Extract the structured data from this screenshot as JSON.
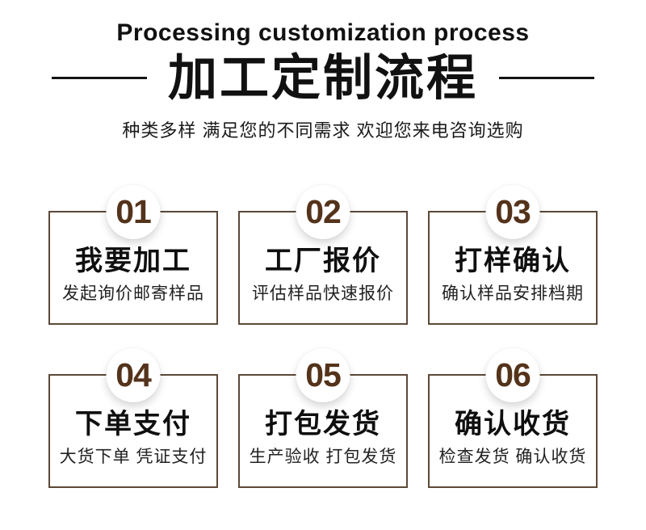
{
  "header": {
    "title_en": "Processing customization process",
    "title_zh": "加工定制流程",
    "subtitle": "种类多样 满足您的不同需求 欢迎您来电咨询选购"
  },
  "colors": {
    "number_brown": "#54331b",
    "card_border": "#5c4936",
    "title_black": "#111111",
    "line_black": "#141414"
  },
  "steps": [
    {
      "number": "01",
      "title": "我要加工",
      "description": "发起询价邮寄样品"
    },
    {
      "number": "02",
      "title": "工厂报价",
      "description": "评估样品快速报价"
    },
    {
      "number": "03",
      "title": "打样确认",
      "description": "确认样品安排档期"
    },
    {
      "number": "04",
      "title": "下单支付",
      "description": "大货下单 凭证支付"
    },
    {
      "number": "05",
      "title": "打包发货",
      "description": "生产验收 打包发货"
    },
    {
      "number": "06",
      "title": "确认收货",
      "description": "检查发货 确认收货"
    }
  ]
}
